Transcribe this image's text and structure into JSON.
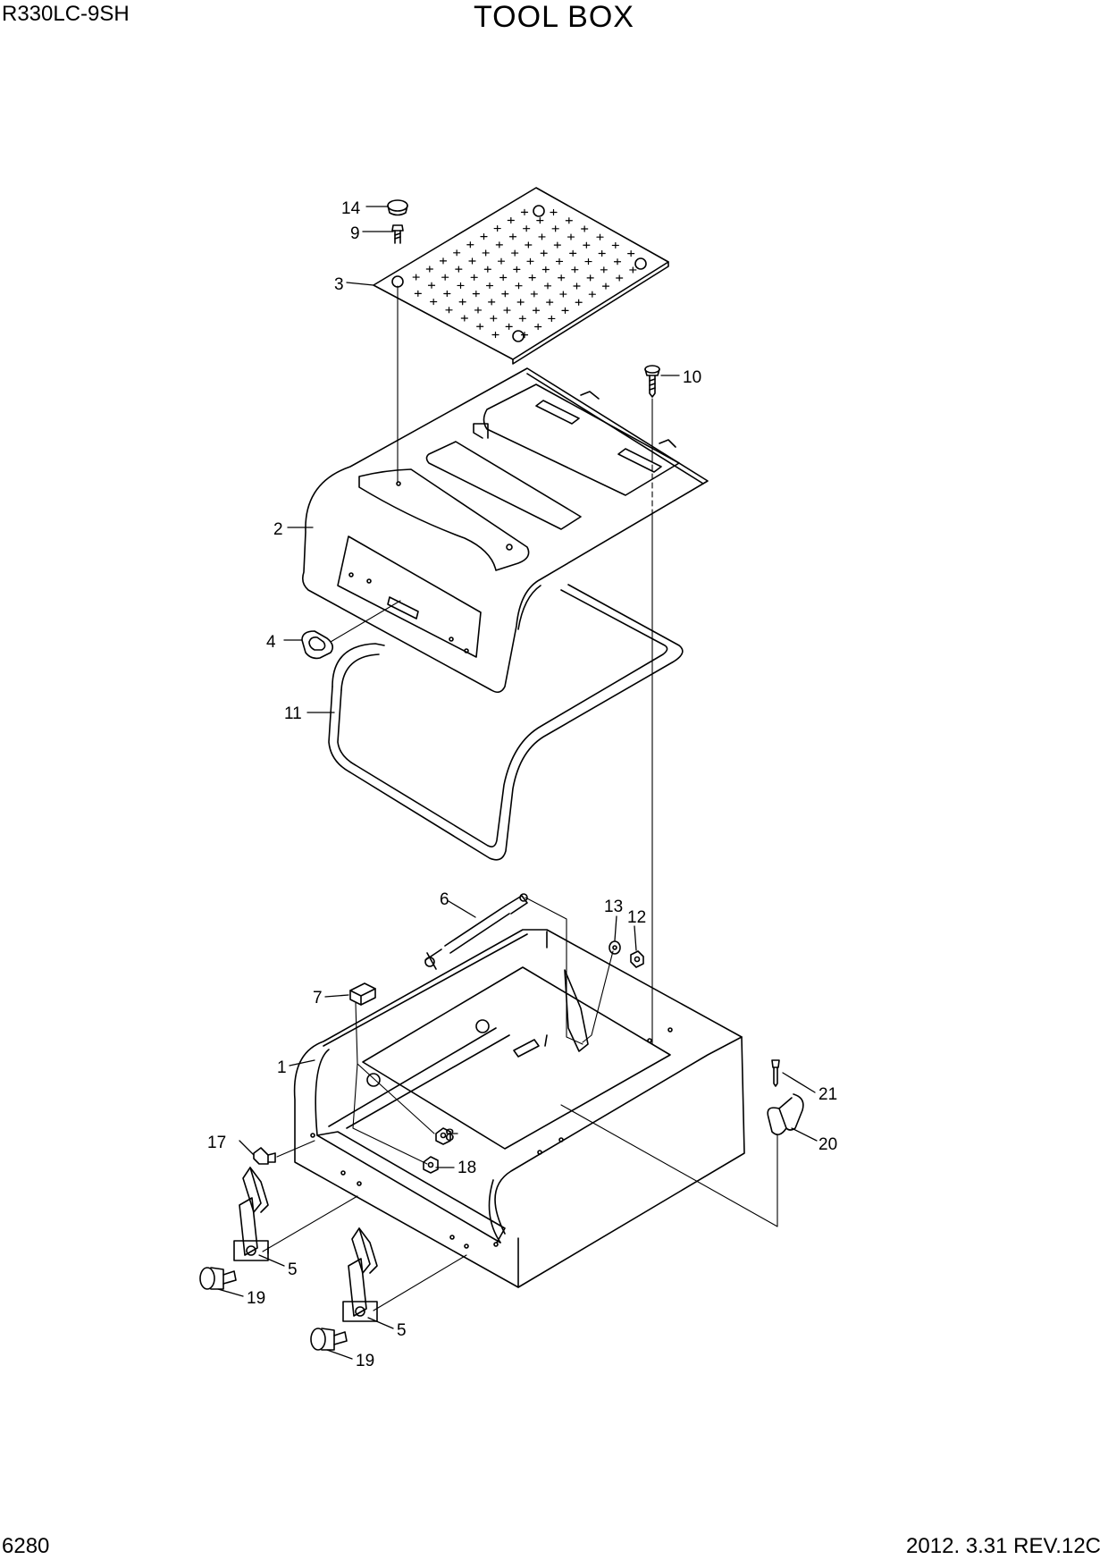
{
  "header": {
    "model": "R330LC-9SH",
    "title": "TOOL BOX"
  },
  "footer": {
    "page_number": "6280",
    "revision": "2012. 3.31  REV.12C"
  },
  "callouts": [
    {
      "id": "c14",
      "label": "14",
      "part": "cap"
    },
    {
      "id": "c9",
      "label": "9",
      "part": "bolt"
    },
    {
      "id": "c3",
      "label": "3",
      "part": "plate"
    },
    {
      "id": "c10",
      "label": "10",
      "part": "bolt"
    },
    {
      "id": "c2",
      "label": "2",
      "part": "cover"
    },
    {
      "id": "c4",
      "label": "4",
      "part": "handle"
    },
    {
      "id": "c11",
      "label": "11",
      "part": "seal"
    },
    {
      "id": "c6",
      "label": "6",
      "part": "gas spring"
    },
    {
      "id": "c13",
      "label": "13",
      "part": "washer"
    },
    {
      "id": "c12",
      "label": "12",
      "part": "nut"
    },
    {
      "id": "c7",
      "label": "7",
      "part": "stopper"
    },
    {
      "id": "c1",
      "label": "1",
      "part": "box"
    },
    {
      "id": "c21",
      "label": "21",
      "part": "bolt"
    },
    {
      "id": "c8",
      "label": "8",
      "part": "nut"
    },
    {
      "id": "c17",
      "label": "17",
      "part": "bolt"
    },
    {
      "id": "c20",
      "label": "20",
      "part": "clip"
    },
    {
      "id": "c18",
      "label": "18",
      "part": "nut"
    },
    {
      "id": "c5a",
      "label": "5",
      "part": "latch"
    },
    {
      "id": "c19a",
      "label": "19",
      "part": "bolt"
    },
    {
      "id": "c5b",
      "label": "5",
      "part": "latch"
    },
    {
      "id": "c19b",
      "label": "19",
      "part": "bolt"
    }
  ]
}
